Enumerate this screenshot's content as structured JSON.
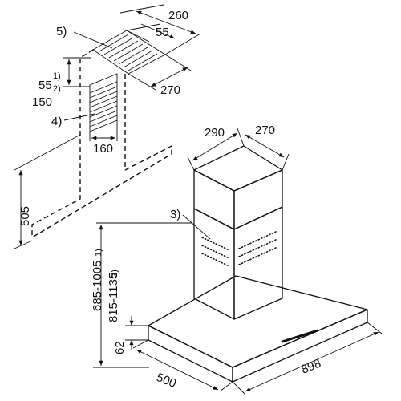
{
  "dimensions": {
    "top_width": "260",
    "top_inner": "55",
    "top_depth": "270",
    "bracket_offset": "55",
    "bracket_offset_ref": "1)",
    "bracket_offset_alt": "150",
    "bracket_offset_alt_ref": "2)",
    "bracket_width": "160",
    "ceiling_height": "505",
    "chimney_width": "290",
    "chimney_depth": "270",
    "height_range_1": "685-1005",
    "height_range_1_ref": "1)",
    "height_range_2": "815-1135",
    "height_range_2_ref": "2)",
    "canopy_height": "62",
    "canopy_depth": "500",
    "canopy_width": "898"
  },
  "callouts": {
    "c5": "5)",
    "c4": "4)",
    "c3": "3)"
  }
}
